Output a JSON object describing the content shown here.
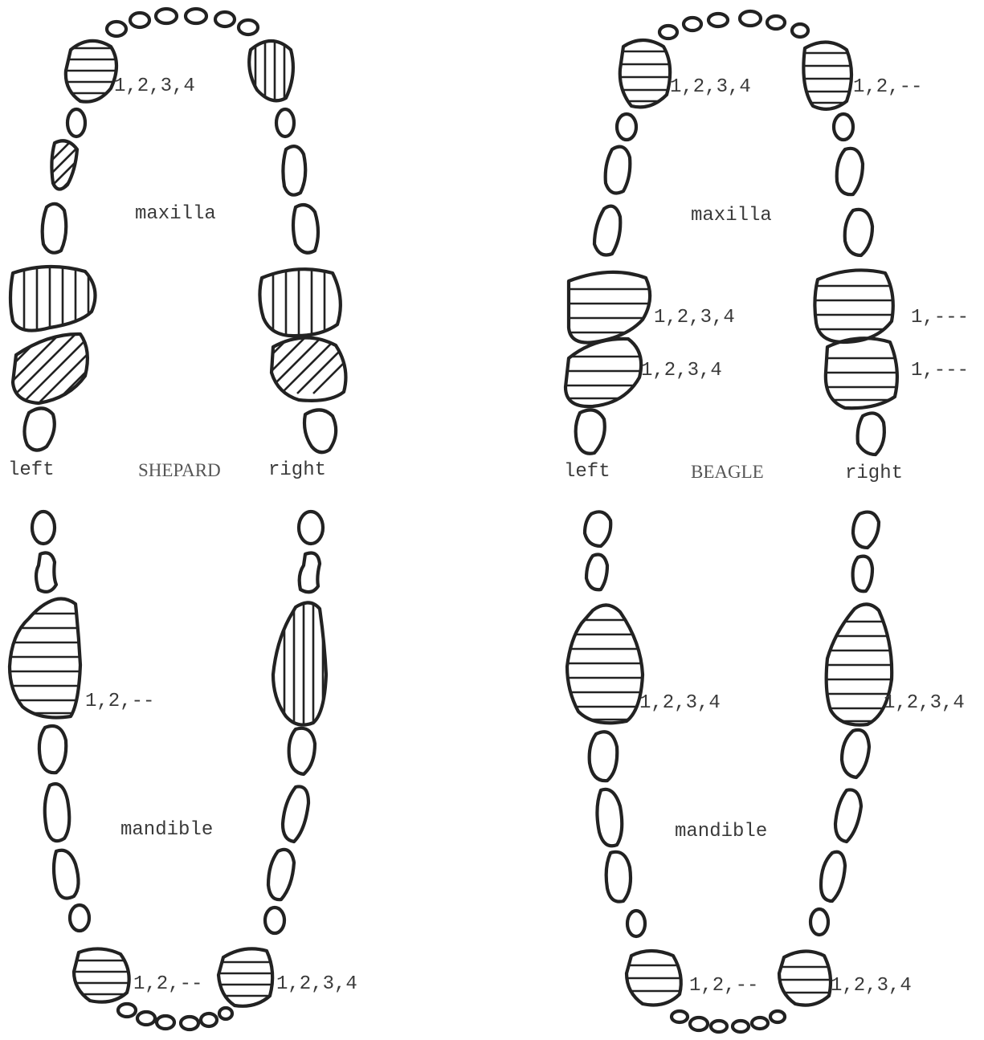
{
  "panels": [
    {
      "id": "shepard",
      "title": "SHEPARD",
      "side_left": "left",
      "side_right": "right",
      "maxilla_label": "maxilla",
      "mandible_label": "mandible",
      "tooth_labels": {
        "upper_left_canine": "1,2,3,4",
        "lower_left_molar": "1,2,--",
        "lower_left_canine": "1,2,--",
        "lower_right_canine": "1,2,3,4"
      }
    },
    {
      "id": "beagle",
      "title": "BEAGLE",
      "side_left": "left",
      "side_right": "right",
      "maxilla_label": "maxilla",
      "mandible_label": "mandible",
      "tooth_labels": {
        "upper_left_canine": "1,2,3,4",
        "upper_right_canine": "1,2,--",
        "upper_left_carnassial_1": "1,2,3,4",
        "upper_left_carnassial_2": "1,2,3,4",
        "upper_right_carnassial_1": "1,---",
        "upper_right_carnassial_2": "1,---",
        "lower_left_molar": "1,2,3,4",
        "lower_right_molar": "1,2,3,4",
        "lower_left_canine": "1,2,--",
        "lower_right_canine": "1,2,3,4"
      }
    }
  ]
}
